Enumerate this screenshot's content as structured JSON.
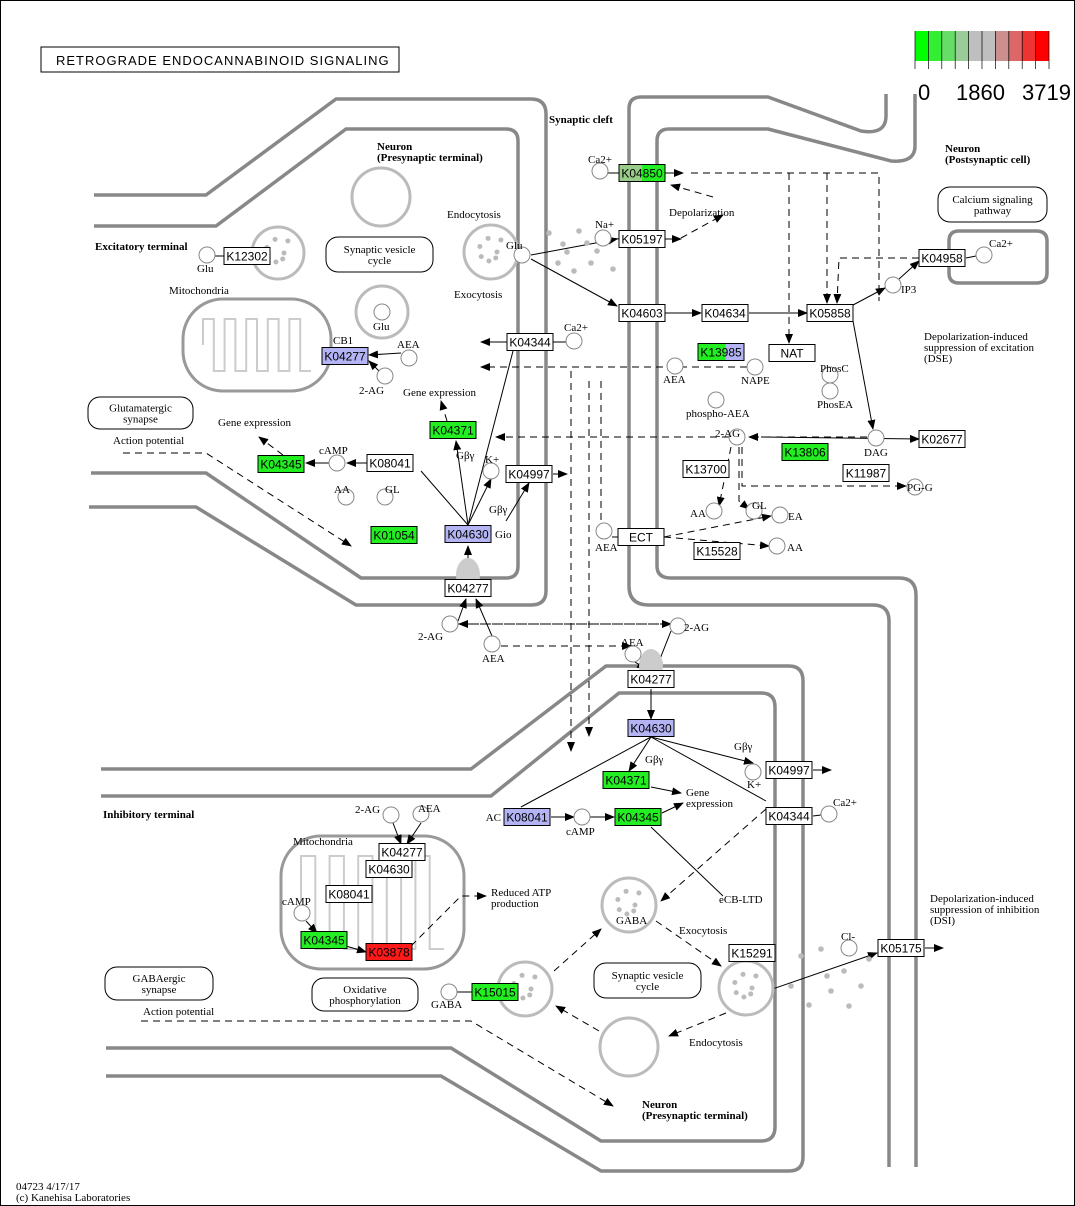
{
  "title": "RETROGRADE ENDOCANNABINOID SIGNALING",
  "legend": {
    "labels": [
      "0",
      "1860",
      "3719"
    ],
    "colors": [
      "#00ff00",
      "#33ee33",
      "#66dd66",
      "#99cc99",
      "#bfbfbf",
      "#bfbfbf",
      "#cc8f8f",
      "#dd6666",
      "#ee3333",
      "#ff0000"
    ]
  },
  "colors": {
    "green": "#22ee22",
    "lightgreen": "#99cc88",
    "lavender": "#b4b4f4",
    "red": "#ff1a1a",
    "white": "#ffffff"
  },
  "genes": [
    {
      "label": "K04850",
      "color": "split-lightgreen-green"
    },
    {
      "label": "K05197",
      "color": "white"
    },
    {
      "label": "K12302",
      "color": "white"
    },
    {
      "label": "K04603",
      "color": "white"
    },
    {
      "label": "K04634",
      "color": "white"
    },
    {
      "label": "K05858",
      "color": "white"
    },
    {
      "label": "K04958",
      "color": "white"
    },
    {
      "label": "K04344",
      "color": "white"
    },
    {
      "label": "K04277",
      "overlay": "CB1",
      "color": "lavender"
    },
    {
      "label": "K13985",
      "color": "split-green-lavender"
    },
    {
      "label": "NAT",
      "color": "white"
    },
    {
      "label": "K04371",
      "color": "green"
    },
    {
      "label": "K04345",
      "color": "green"
    },
    {
      "label": "K08041",
      "color": "white"
    },
    {
      "label": "K04997",
      "color": "white"
    },
    {
      "label": "K13700",
      "color": "white"
    },
    {
      "label": "K13806",
      "color": "green"
    },
    {
      "label": "K11987",
      "color": "white"
    },
    {
      "label": "K02677",
      "color": "white"
    },
    {
      "label": "K01054",
      "color": "green"
    },
    {
      "label": "K04630",
      "overlay": "Gio",
      "color": "lavender"
    },
    {
      "label": "ECT",
      "color": "white"
    },
    {
      "label": "K15528",
      "color": "white"
    },
    {
      "label": "K04277",
      "color": "white"
    },
    {
      "label": "K04277",
      "color": "white"
    },
    {
      "label": "K04630",
      "color": "lavender"
    },
    {
      "label": "K04371",
      "color": "green"
    },
    {
      "label": "K04997",
      "color": "white"
    },
    {
      "label": "K08041",
      "overlay": "AC",
      "color": "lavender"
    },
    {
      "label": "K04345",
      "color": "green"
    },
    {
      "label": "K04344",
      "color": "white"
    },
    {
      "label": "K04277",
      "color": "white"
    },
    {
      "label": "K04630",
      "color": "white"
    },
    {
      "label": "K08041",
      "color": "white"
    },
    {
      "label": "K04345",
      "color": "green"
    },
    {
      "label": "K03878",
      "color": "red"
    },
    {
      "label": "K15291",
      "color": "white"
    },
    {
      "label": "K15015",
      "color": "green"
    },
    {
      "label": "K05175",
      "color": "white"
    }
  ],
  "compounds": [
    "Ca2+",
    "Na+",
    "Glu",
    "Glu",
    "Ca2+",
    "AEA",
    "2-AG",
    "cAMP",
    "AA",
    "GL",
    "K+",
    "AEA",
    "NAPE",
    "PhosC",
    "PhosEA",
    "phospho-AEA",
    "2-AG",
    "DAG",
    "IP3",
    "Ca2+",
    "PG-G",
    "AA",
    "GL",
    "EA",
    "AA",
    "AEA",
    "2-AG",
    "AEA",
    "AEA",
    "2-AG",
    "2-AG",
    "AEA",
    "cAMP",
    "K+",
    "Ca2+",
    "cAMP",
    "GABA",
    "Cl-",
    "GABA",
    "Glu"
  ],
  "boxes": [
    "Synaptic vesicle cycle",
    "Glutamatergic synapse",
    "Calcium signaling pathway",
    "GABAergic synapse",
    "Oxidative phosphorylation",
    "Synaptic vesicle cycle"
  ],
  "labels": {
    "synaptic_cleft": "Synaptic cleft",
    "neuron_pre_1a": "Neuron",
    "neuron_pre_1b": "(Presynaptic terminal)",
    "neuron_post_a": "Neuron",
    "neuron_post_b": "(Postsynaptic cell)",
    "neuron_pre_2a": "Neuron",
    "neuron_pre_2b": "(Presynaptic terminal)",
    "excitatory": "Excitatory terminal",
    "inhibitory": "Inhibitory terminal",
    "mito1": "Mitochondria",
    "mito2": "Mitochondria",
    "endo1": "Endocytosis",
    "exo1": "Exocytosis",
    "exo2": "Exocytosis",
    "endo2": "Endocytosis",
    "depol": "Depolarization",
    "gene1": "Gene expression",
    "gene2": "Gene expression",
    "gene3": "Gene",
    "gene3b": "expression",
    "ap1": "Action potential",
    "ap2": "Action potential",
    "gby1": "Gβγ",
    "gby2": "Gβγ",
    "gby3": "Gβγ",
    "gby4": "Gβγ",
    "dse1": "Depolarization-induced",
    "dse2": "suppression of excitation",
    "dse3": "(DSE)",
    "dsi1": "Depolarization-induced",
    "dsi2": "suppression of inhibition",
    "dsi3": "(DSI)",
    "atp1": "Reduced ATP",
    "atp2": "production",
    "ecb": "eCB-LTD",
    "footer1": "04723 4/17/17",
    "footer2": "(c) Kanehisa Laboratories"
  }
}
